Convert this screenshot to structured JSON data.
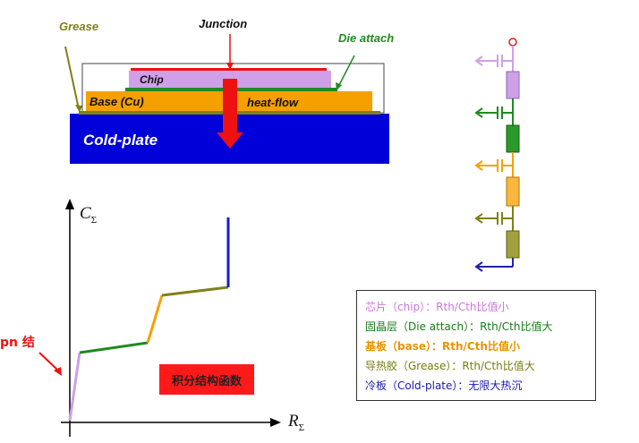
{
  "structure": {
    "grease_label": "Grease",
    "junction_label": "Junction",
    "die_attach_label": "Die attach",
    "chip_label": "Chip",
    "base_label": "Base (Cu)",
    "heatflow_label": "heat-flow",
    "coldplate_label": "Cold-plate"
  },
  "colors": {
    "chip": "#cfa0e8",
    "die_attach": "#1f8a1f",
    "base": "#f5a000",
    "grease": "#808018",
    "coldplate": "#0000d8",
    "arrow": "#ee1111"
  },
  "curve": {
    "y_label_main": "C",
    "y_label_sub": "Σ",
    "x_label_main": "R",
    "x_label_sub": "Σ",
    "pn_label": "pn 结",
    "box_label": "积分结构函数"
  },
  "legend": [
    {
      "text": "芯片（chip）：Rth/Cth比值小",
      "color": "#cc77dd",
      "bold": false
    },
    {
      "text": "固晶层（Die attach）：Rth/Cth比值大",
      "color": "#1a7a1a",
      "bold": false
    },
    {
      "text": "基板（base）：Rth/Cth比值小",
      "color": "#e89400",
      "bold": true
    },
    {
      "text": "导热胶（Grease）：Rth/Cth比值大",
      "color": "#7a7a10",
      "bold": false
    },
    {
      "text": "冷板（Cold-plate）：无限大热沉",
      "color": "#1a1aaa",
      "bold": false
    }
  ]
}
